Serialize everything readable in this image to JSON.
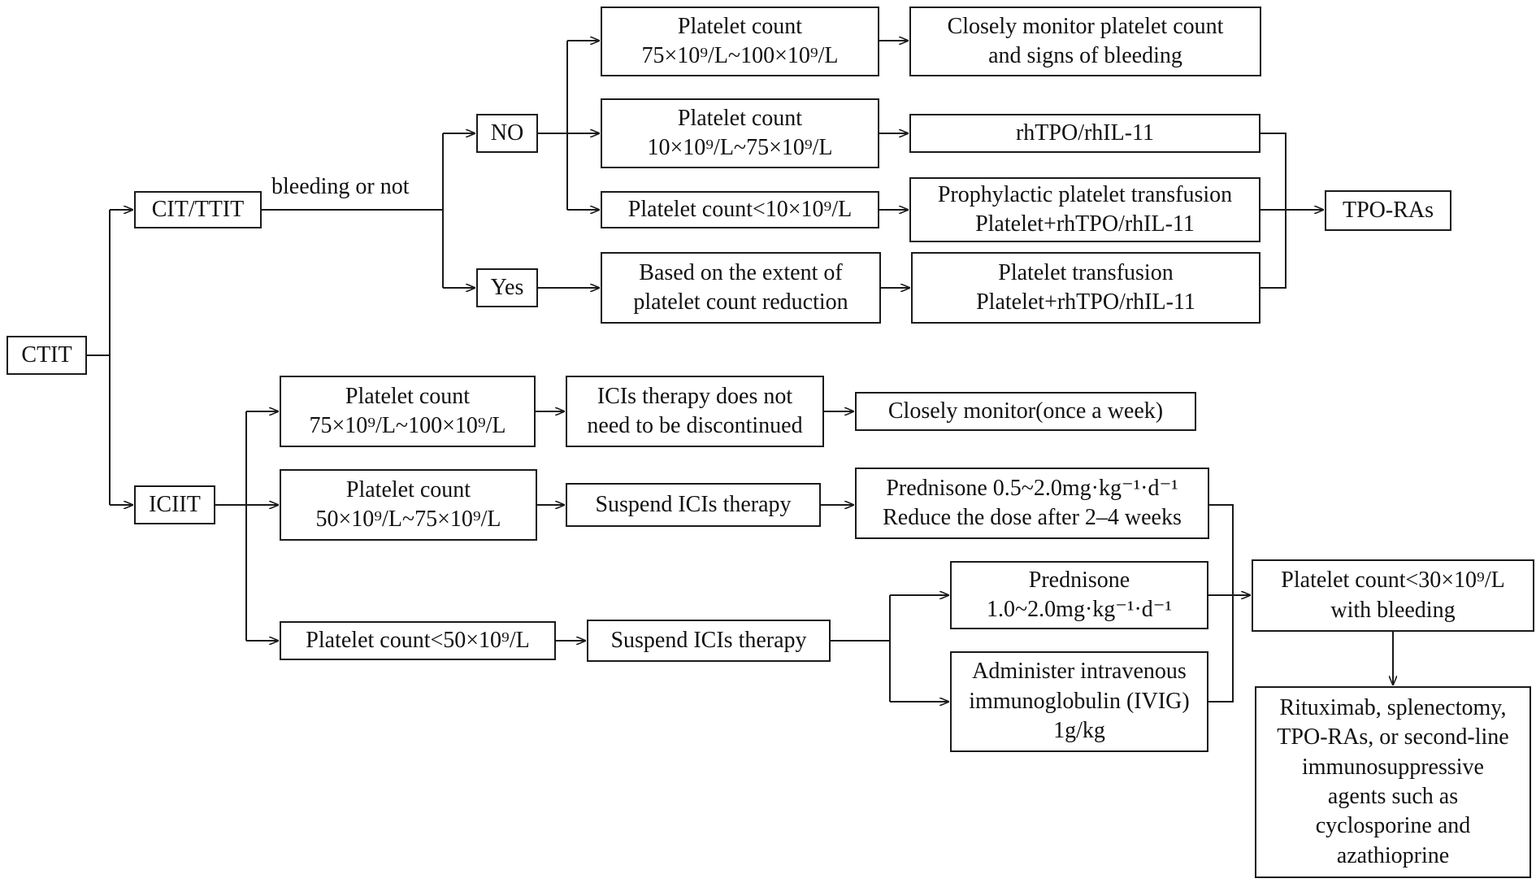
{
  "nodes": {
    "ctit": "CTIT",
    "cit_ttit": "CIT/TTIT",
    "no": "NO",
    "yes": "Yes",
    "plt_75_100_a": "Platelet count\n75×10⁹/L~100×10⁹/L",
    "plt_10_75": "Platelet count\n10×10⁹/L~75×10⁹/L",
    "plt_lt10": "Platelet count<10×10⁹/L",
    "based_extent": "Based on the extent of\nplatelet count reduction",
    "monitor_bleeding": "Closely monitor platelet count\nand signs of bleeding",
    "rhtpo": "rhTPO/rhIL-11",
    "prophylactic": "Prophylactic platelet transfusion\nPlatelet+rhTPO/rhIL-11",
    "platelet_transfusion": "Platelet transfusion\nPlatelet+rhTPO/rhIL-11",
    "tpo_ras": "TPO-RAs",
    "iciit": "ICIIT",
    "plt_75_100_b": "Platelet count\n75×10⁹/L~100×10⁹/L",
    "plt_50_75": "Platelet count\n50×10⁹/L~75×10⁹/L",
    "plt_lt50": "Platelet count<50×10⁹/L",
    "icis_not_discontinued": "ICIs therapy does not\nneed to be discontinued",
    "suspend_a": "Suspend ICIs therapy",
    "suspend_b": "Suspend ICIs therapy",
    "monitor_week": "Closely monitor(once a week)",
    "prednisone_low": "Prednisone 0.5~2.0mg·kg⁻¹·d⁻¹\nReduce the dose after 2–4 weeks",
    "prednisone_high": "Prednisone\n1.0~2.0mg·kg⁻¹·d⁻¹",
    "ivig": "Administer intravenous\nimmunoglobulin (IVIG)\n1g/kg",
    "plt_lt30": "Platelet count<30×10⁹/L\nwith bleeding",
    "second_line": "Rituximab, splenectomy,\nTPO-RAs, or second-line\nimmunosuppressive\nagents such as\ncyclosporine and\nazathioprine"
  },
  "labels": {
    "bleeding_or_not": "bleeding or not"
  }
}
